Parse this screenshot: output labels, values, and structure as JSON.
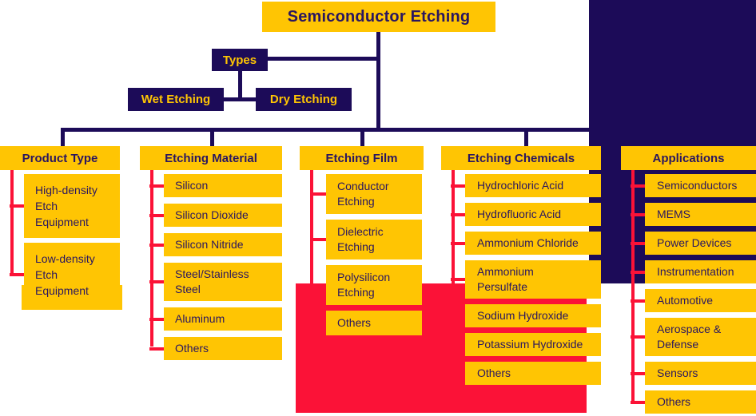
{
  "title": "Semiconductor Etching",
  "types": {
    "label": "Types",
    "children": {
      "wet": "Wet Etching",
      "dry": "Dry Etching"
    }
  },
  "columns": [
    {
      "header": "Product Type",
      "items": [
        "High-density\nEtch\nEquipment",
        "Low-density\nEtch\nEquipment"
      ]
    },
    {
      "header": "Etching Material",
      "items": [
        "Silicon",
        "Silicon Dioxide",
        "Silicon Nitride",
        "Steel/Stainless\nSteel",
        "Aluminum",
        "Others"
      ]
    },
    {
      "header": "Etching Film",
      "items": [
        "Conductor\nEtching",
        "Dielectric\nEtching",
        "Polysilicon\nEtching",
        "Others"
      ]
    },
    {
      "header": "Etching Chemicals",
      "items": [
        "Hydrochloric Acid",
        "Hydrofluoric Acid",
        "Ammonium Chloride",
        "Ammonium\nPersulfate",
        "Sodium Hydroxide",
        "Potassium Hydroxide",
        "Others"
      ]
    },
    {
      "header": "Applications",
      "items": [
        "Semiconductors",
        "MEMS",
        "Power Devices",
        "Instrumentation",
        "Automotive",
        "Aerospace &\nDefense",
        "Sensors",
        "Others"
      ]
    }
  ],
  "colors": {
    "navy": "#1C0B58",
    "yellow": "#FFC503",
    "red": "#FB1237",
    "textnavy": "#2A1660"
  }
}
